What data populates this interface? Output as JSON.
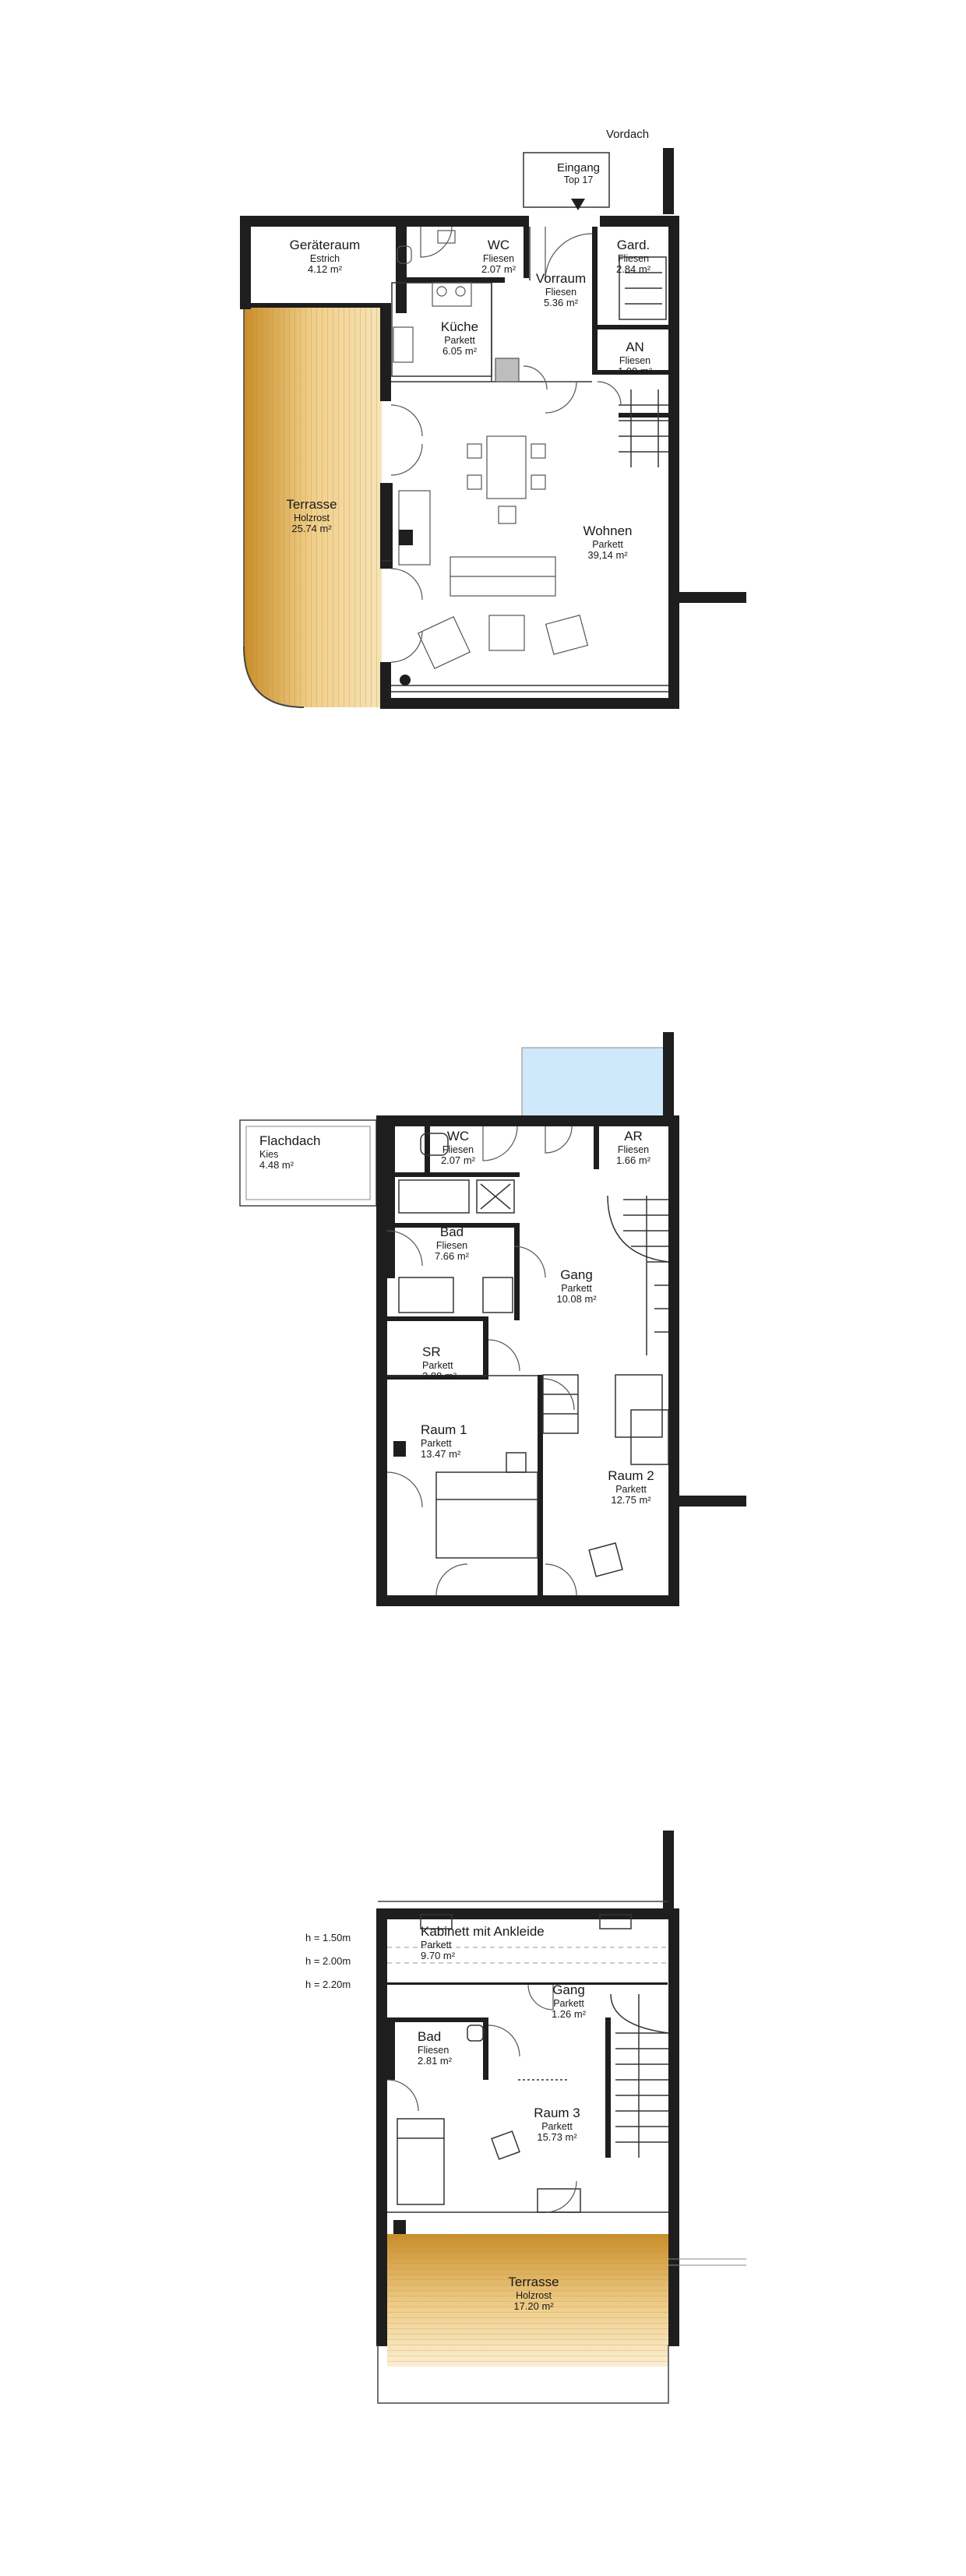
{
  "labels": {
    "vordach": "Vordach",
    "eingang": "Eingang",
    "eingang_top": "Top 17"
  },
  "floor1": {
    "rooms": [
      {
        "name": "Geräteraum",
        "material": "Estrich",
        "area": "4.12 m²"
      },
      {
        "name": "WC",
        "material": "Fliesen",
        "area": "2.07 m²"
      },
      {
        "name": "Vorraum",
        "material": "Fliesen",
        "area": "5.36 m²"
      },
      {
        "name": "Gard.",
        "material": "Fliesen",
        "area": "2.84 m²"
      },
      {
        "name": "Küche",
        "material": "Parkett",
        "area": "6.05 m²"
      },
      {
        "name": "AN",
        "material": "Fliesen",
        "area": "1.00 m²"
      },
      {
        "name": "Terrasse",
        "material": "Holzrost",
        "area": "25.74 m²"
      },
      {
        "name": "Wohnen",
        "material": "Parkett",
        "area": "39,14 m²"
      }
    ]
  },
  "floor2": {
    "rooms": [
      {
        "name": "Flachdach",
        "material": "Kies",
        "area": "4.48 m²"
      },
      {
        "name": "WC",
        "material": "Fliesen",
        "area": "2.07 m²"
      },
      {
        "name": "AR",
        "material": "Fliesen",
        "area": "1.66 m²"
      },
      {
        "name": "Bad",
        "material": "Fliesen",
        "area": "7.66 m²"
      },
      {
        "name": "Gang",
        "material": "Parkett",
        "area": "10.08 m²"
      },
      {
        "name": "SR",
        "material": "Parkett",
        "area": "2.88 m²"
      },
      {
        "name": "Raum 1",
        "material": "Parkett",
        "area": "13.47 m²"
      },
      {
        "name": "Raum 2",
        "material": "Parkett",
        "area": "12.75 m²"
      }
    ]
  },
  "floor3": {
    "heights": [
      "h = 1.50m",
      "h = 2.00m",
      "h = 2.20m"
    ],
    "rooms": [
      {
        "name": "Kabinett mit Ankleide",
        "material": "Parkett",
        "area": "9.70 m²"
      },
      {
        "name": "Gang",
        "material": "Parkett",
        "area": "1.26 m²"
      },
      {
        "name": "Bad",
        "material": "Fliesen",
        "area": "2.81 m²"
      },
      {
        "name": "Raum 3",
        "material": "Parkett",
        "area": "15.73 m²"
      },
      {
        "name": "Terrasse",
        "material": "Holzrost",
        "area": "17.20 m²"
      }
    ]
  },
  "colors": {
    "wall": "#1e1e1e",
    "deck": "#d9a64a",
    "glass": "#cfe9fb"
  }
}
